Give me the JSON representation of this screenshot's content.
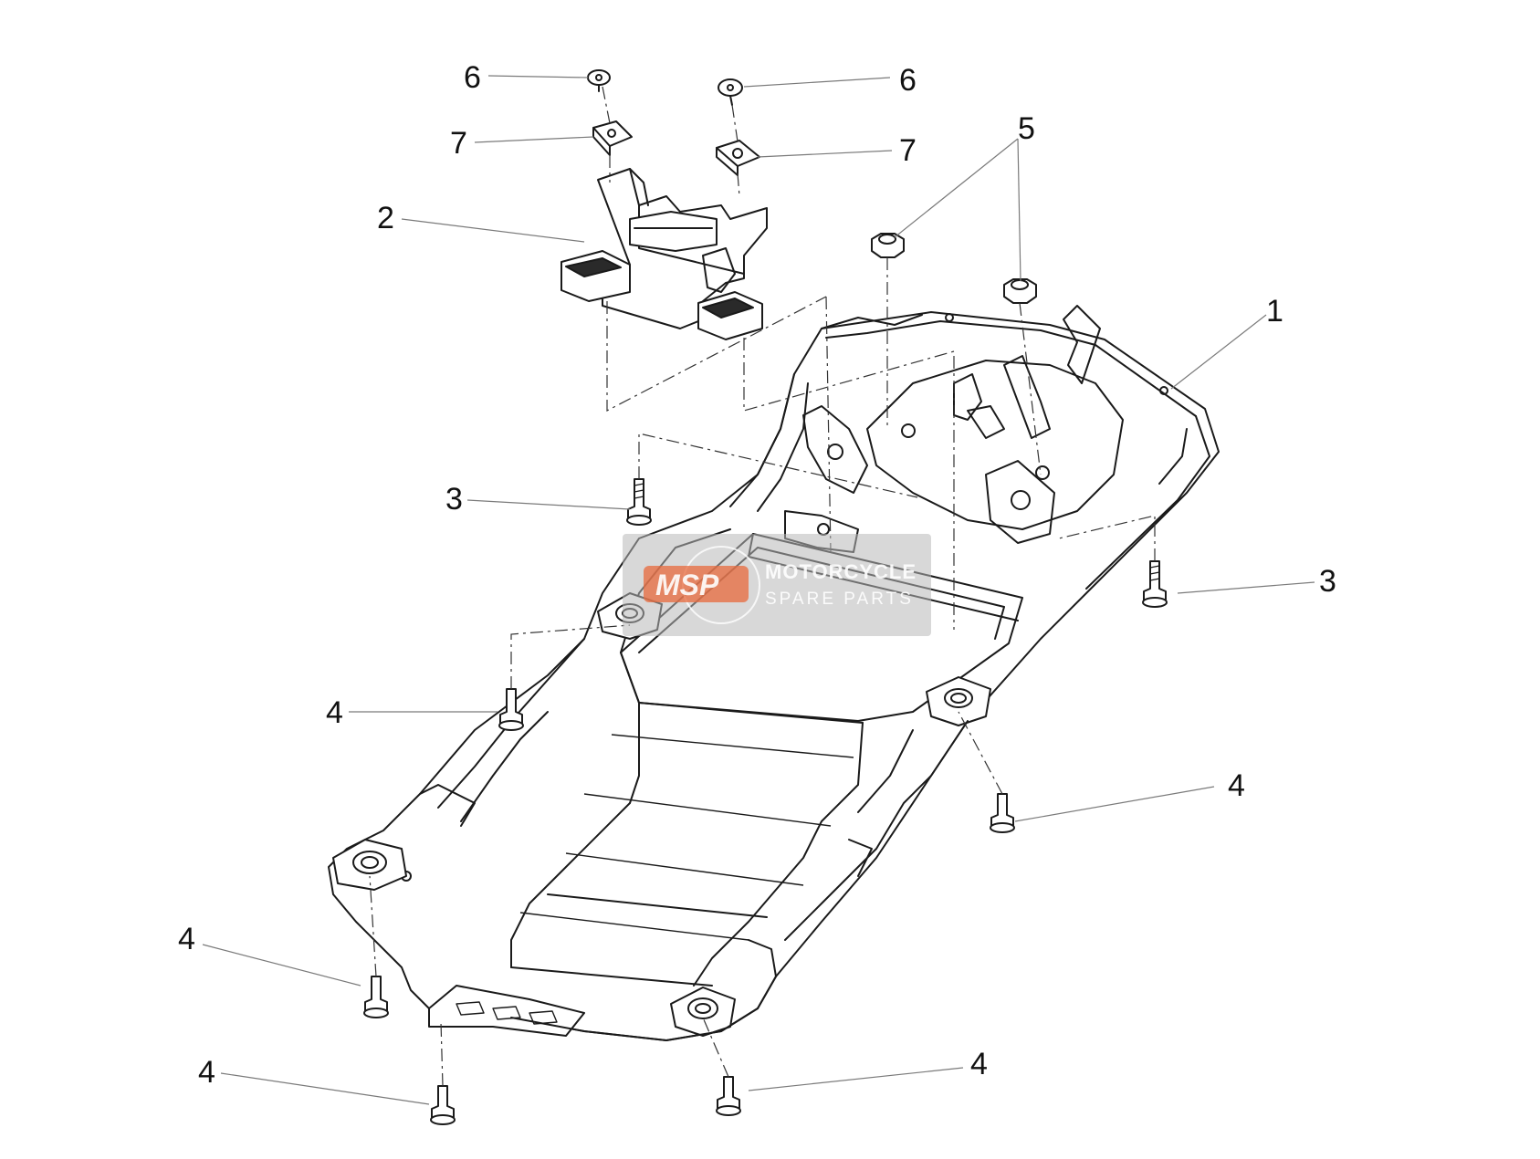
{
  "callouts": {
    "c1": "1",
    "c2": "2",
    "c3a": "3",
    "c3b": "3",
    "c4a": "4",
    "c4b": "4",
    "c4c": "4",
    "c4d": "4",
    "c4e": "4",
    "c5": "5",
    "c6a": "6",
    "c6b": "6",
    "c7a": "7",
    "c7b": "7"
  },
  "watermark": {
    "logo": "MSP",
    "line1": "MOTORCYCLE",
    "line2": "SPARE PARTS"
  },
  "colors": {
    "line": "#1a1a1a",
    "watermark_accent": "#e8693c"
  }
}
